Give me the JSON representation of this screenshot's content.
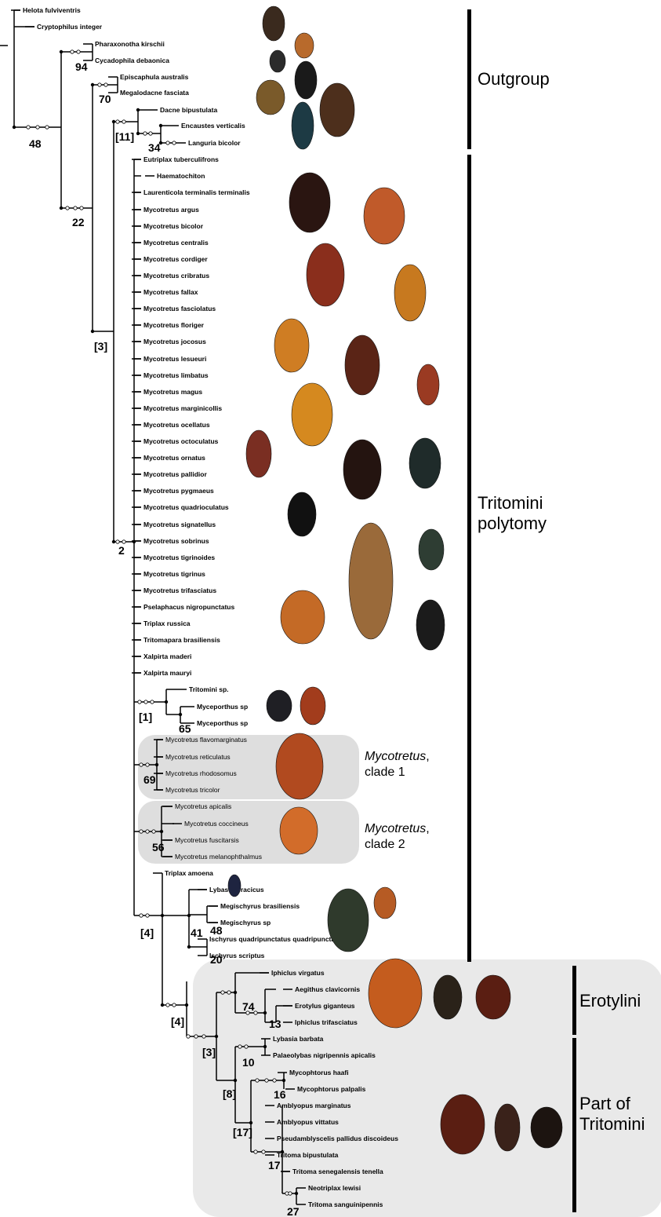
{
  "groups": {
    "outgroup": "Outgroup",
    "tritomini_polytomy_1": "Tritomini",
    "tritomini_polytomy_2": "polytomy",
    "erotylini": "Erotylini",
    "part_of_tritomini_1": "Part of",
    "part_of_tritomini_2": "Tritomini",
    "clade1_italic": "Mycotretus",
    "clade1_rest": ", clade 1",
    "clade2_italic": "Mycotretus",
    "clade2_rest": ", clade 2"
  },
  "taxa": [
    "Helota fulviventris",
    "Cryptophilus integer",
    "Pharaxonotha kirschii",
    "Cycadophila debaonica",
    "Episcaphula australis",
    "Megalodacne fasciata",
    "Dacne bipustulata",
    "Encaustes verticalis",
    "Languria bicolor",
    "Eutriplax tuberculifrons",
    "Haematochiton",
    "Laurenticola terminalis terminalis",
    "Mycotretus argus",
    "Mycotretus bicolor",
    "Mycotretus centralis",
    "Mycotretus cordiger",
    "Mycotretus cribratus",
    "Mycotretus fallax",
    "Mycotretus fasciolatus",
    "Mycotretus floriger",
    "Mycotretus jocosus",
    "Mycotretus lesueuri",
    "Mycotretus limbatus",
    "Mycotretus magus",
    "Mycotretus marginicollis",
    "Mycotretus ocellatus",
    "Mycotretus octoculatus",
    "Mycotretus ornatus",
    "Mycotretus pallidior",
    "Mycotretus pygmaeus",
    "Mycotretus quadrioculatus",
    "Mycotretus signatellus",
    "Mycotretus sobrinus",
    "Mycotretus tigrinoides",
    "Mycotretus tigrinus",
    "Mycotretus trifasciatus",
    "Pselaphacus nigropunctatus",
    "Triplax russica",
    "Tritomapara brasiliensis",
    "Xalpirta maderi",
    "Xalpirta mauryi",
    "Tritomini sp.",
    "Myceporthus sp",
    "Myceporthus sp",
    "Mycotretus flavomarginatus",
    "Mycotretus reticulatus",
    "Mycotretus rhodosomus",
    "Mycotretus tricolor",
    "Mycotretus apicalis",
    "Mycotretus coccineus",
    "Mycotretus fuscitarsis",
    "Mycotretus melanophthalmus",
    "Triplax amoena",
    "Lybas thoracicus",
    "Megischyrus brasiliensis",
    "Megischyrus sp",
    "Ischyrus quadripunctatus quadripunctatus",
    "Ischyrus scriptus",
    "Iphiclus virgatus",
    "Aegithus clavicornis",
    "Erotylus giganteus",
    "Iphiclus trifasciatus",
    "Lybasia barbata",
    "Palaeolybas nigripennis apicalis",
    "Mycophtorus haafi",
    "Mycophtorus palpalis",
    "Amblyopus marginatus",
    "Amblyopus vittatus",
    "Pseudamblyscelis pallidus discoideus",
    "Tritoma bipustulata",
    "Tritoma senegalensis tenella",
    "Neotriplax lewisi",
    "Tritoma sanguinipennis"
  ],
  "support_values": {
    "n48": "48",
    "n94": "94",
    "n70": "70",
    "n22": "22",
    "n3a": "[3]",
    "n11": "[11]",
    "n34": "34",
    "n2": "2",
    "n1": "[1]",
    "n65": "65",
    "n69": "69",
    "n56": "56",
    "n4a": "[4]",
    "n4b": "[4]",
    "n41": "41",
    "n48b": "48",
    "n20": "20",
    "n3b": "[3]",
    "n74": "74",
    "n13": "13",
    "n10": "10",
    "n8": "[8]",
    "n16": "16",
    "n17b": "[17]",
    "n17": "17",
    "n27": "27"
  },
  "images": [
    {
      "name": "outgroup-beetle-1",
      "color": "#3a2a1e"
    },
    {
      "name": "outgroup-beetle-2",
      "color": "#b86a2c"
    },
    {
      "name": "outgroup-beetle-3",
      "color": "#2b2b2b"
    },
    {
      "name": "outgroup-beetle-4",
      "color": "#1a1a1a"
    },
    {
      "name": "outgroup-beetle-5",
      "color": "#7a5a2a"
    },
    {
      "name": "outgroup-beetle-6",
      "color": "#4d2f1c"
    },
    {
      "name": "outgroup-beetle-7",
      "color": "#1d3a44"
    },
    {
      "name": "polytomy-beetle-1",
      "color": "#2a1511"
    },
    {
      "name": "polytomy-beetle-2",
      "color": "#c05a2a"
    },
    {
      "name": "polytomy-beetle-3",
      "color": "#8a2e1c"
    },
    {
      "name": "polytomy-beetle-4",
      "color": "#c7791f"
    },
    {
      "name": "polytomy-beetle-5",
      "color": "#cf7d23"
    },
    {
      "name": "polytomy-beetle-6",
      "color": "#5a2416"
    },
    {
      "name": "polytomy-beetle-7",
      "color": "#9a3a22"
    },
    {
      "name": "polytomy-beetle-8",
      "color": "#d5891f"
    },
    {
      "name": "polytomy-beetle-9",
      "color": "#7a2e22"
    },
    {
      "name": "polytomy-beetle-10",
      "color": "#241410"
    },
    {
      "name": "polytomy-beetle-11",
      "color": "#1f2b2a"
    },
    {
      "name": "polytomy-beetle-12",
      "color": "#111111"
    },
    {
      "name": "polytomy-beetle-13",
      "color": "#9a6a3a"
    },
    {
      "name": "polytomy-beetle-14",
      "color": "#2e3d33"
    },
    {
      "name": "polytomy-beetle-15",
      "color": "#c46a26"
    },
    {
      "name": "polytomy-beetle-16",
      "color": "#1b1b1b"
    },
    {
      "name": "myceporthus-beetle-1",
      "color": "#1f1f24"
    },
    {
      "name": "myceporthus-beetle-2",
      "color": "#a23c1c"
    },
    {
      "name": "clade1-beetle",
      "color": "#b14a1f"
    },
    {
      "name": "clade2-beetle",
      "color": "#d26c2a"
    },
    {
      "name": "triplax-amoena-beetle",
      "color": "#1e2440"
    },
    {
      "name": "megischyrus-beetle-1",
      "color": "#2f3a2c"
    },
    {
      "name": "megischyrus-beetle-2",
      "color": "#b65b24"
    },
    {
      "name": "erotylini-beetle-1",
      "color": "#c45c1e"
    },
    {
      "name": "erotylini-beetle-2",
      "color": "#2a2219"
    },
    {
      "name": "erotylini-beetle-3",
      "color": "#5a1e12"
    },
    {
      "name": "part-tritomini-beetle-1",
      "color": "#5a1e12"
    },
    {
      "name": "part-tritomini-beetle-2",
      "color": "#3a221a"
    },
    {
      "name": "part-tritomini-beetle-3",
      "color": "#1c1410"
    }
  ]
}
